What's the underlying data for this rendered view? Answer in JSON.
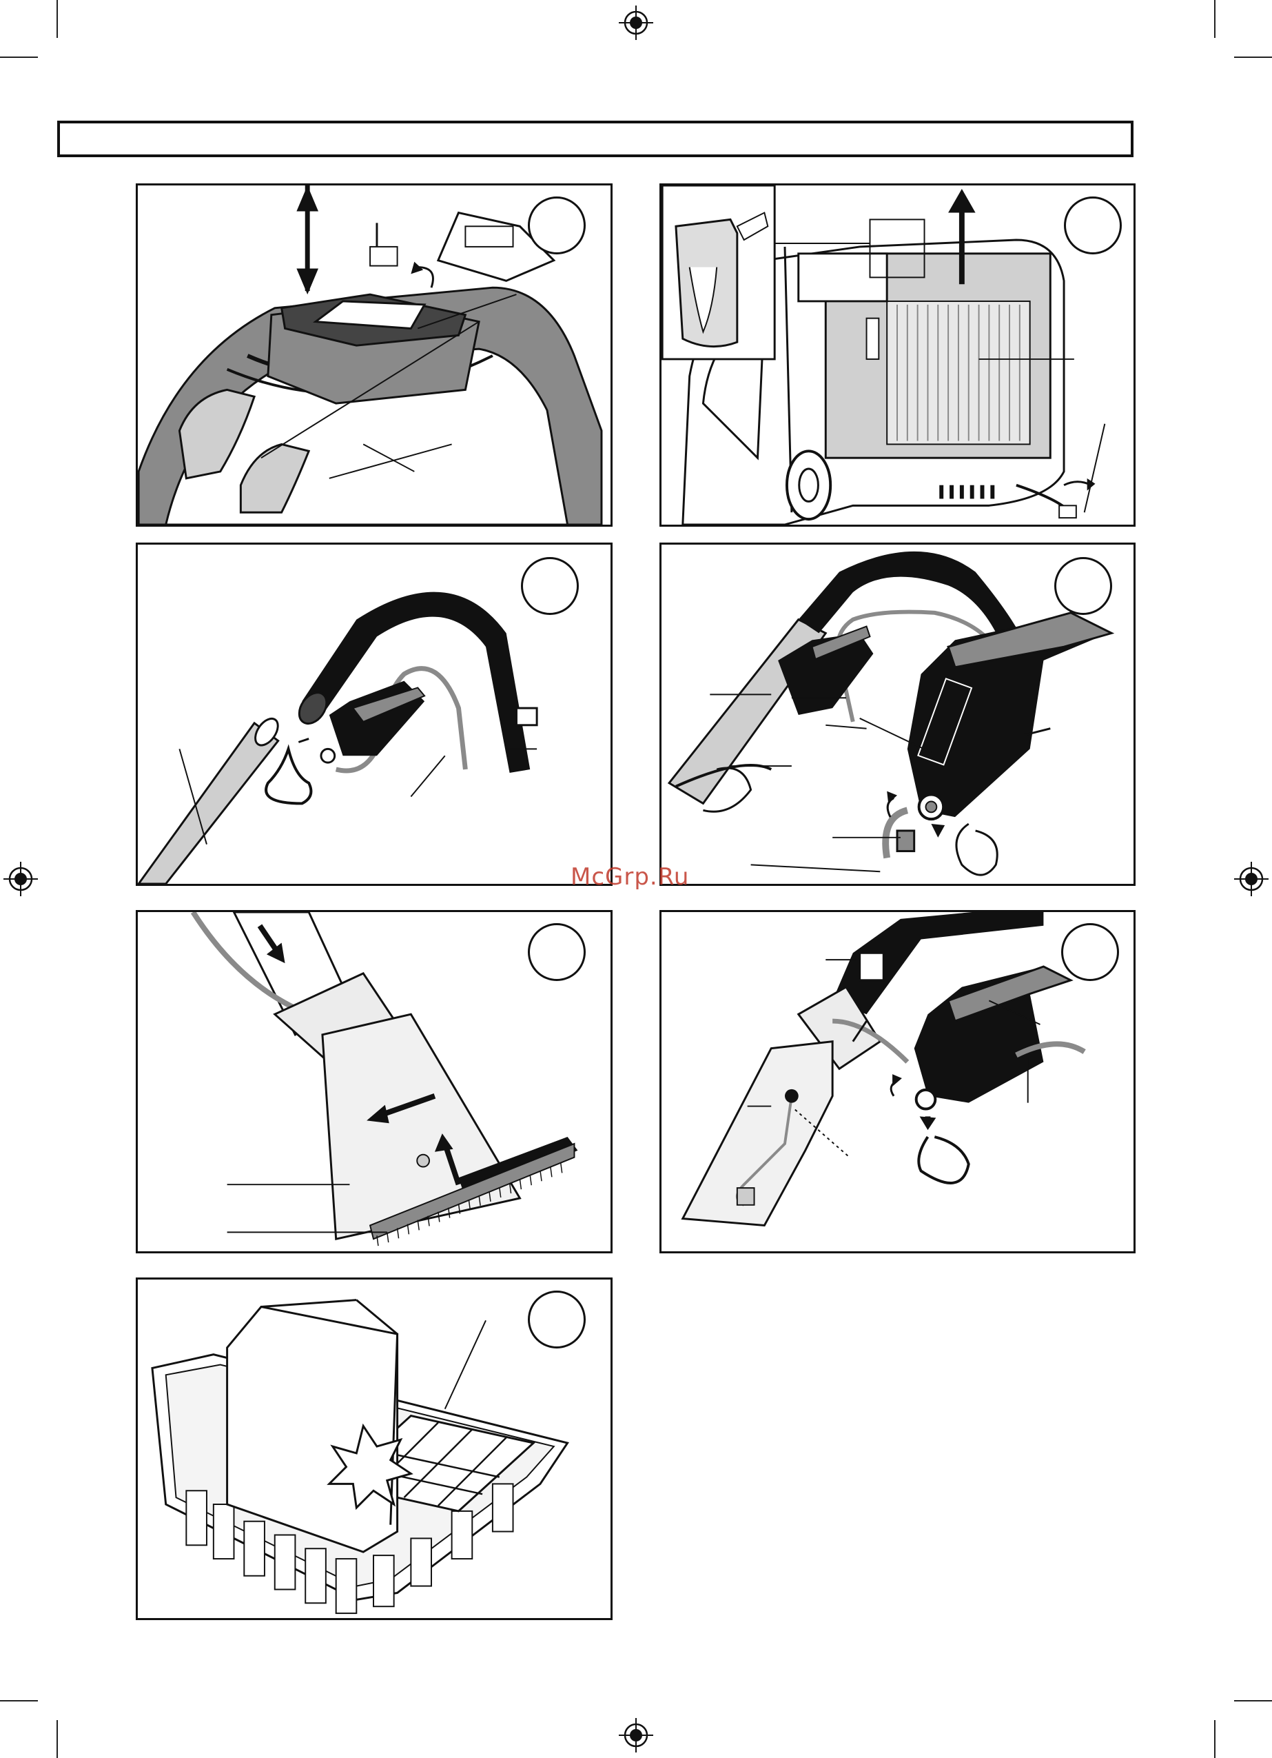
{
  "watermark": "McGrp.Ru",
  "colors": {
    "ink": "#111111",
    "grey": "#8a8a8a",
    "light": "#d8d8d8",
    "watermark": "#c0392b"
  },
  "icons": [
    "registration-mark-icon",
    "arrow-up-icon",
    "arrow-double-vertical-icon",
    "rotate-arrow-icon"
  ],
  "panels": [
    {
      "id": "p1",
      "subject": "detergent-tank"
    },
    {
      "id": "p2",
      "subject": "filter-and-cable"
    },
    {
      "id": "p3",
      "subject": "hose-and-tube"
    },
    {
      "id": "p4",
      "subject": "hose-handle-connection"
    },
    {
      "id": "p5",
      "subject": "floor-nozzle"
    },
    {
      "id": "p6",
      "subject": "upholstery-nozzle"
    },
    {
      "id": "p7",
      "subject": "tank-insert"
    }
  ]
}
